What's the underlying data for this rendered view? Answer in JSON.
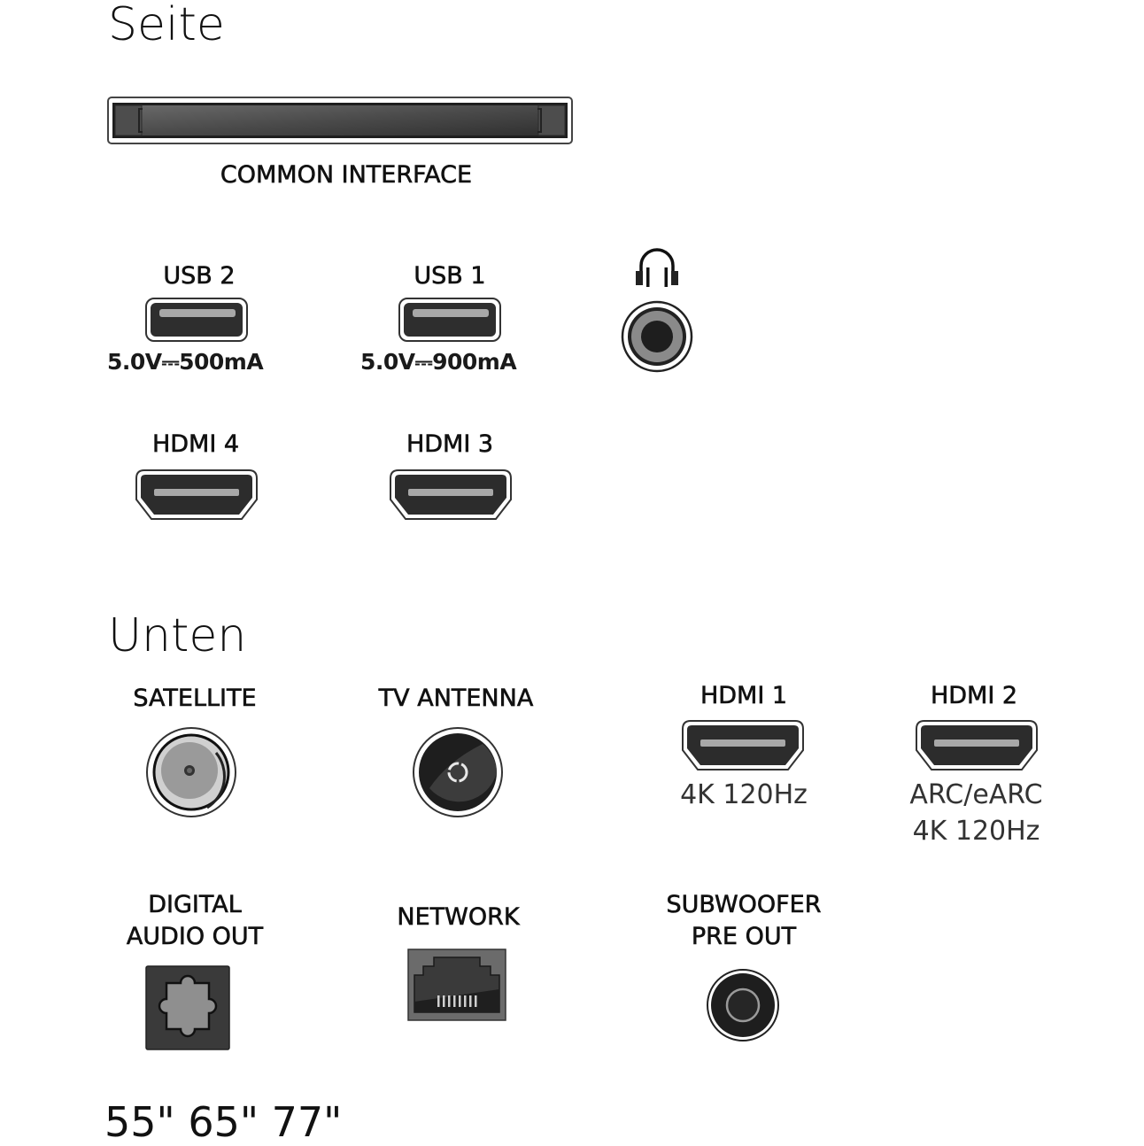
{
  "sections": {
    "side": {
      "title": "Seite",
      "common_interface": {
        "label": "COMMON INTERFACE",
        "icon": "ci-slot-icon"
      },
      "usb2": {
        "label": "USB 2",
        "power": "5.0V⎓500mA",
        "icon": "usb-a-port-icon"
      },
      "usb1": {
        "label": "USB 1",
        "power": "5.0V⎓900mA",
        "icon": "usb-a-port-icon"
      },
      "headphone": {
        "label": "",
        "icon": "headphone-icon",
        "jack_icon": "audio-jack-icon"
      },
      "hdmi4": {
        "label": "HDMI 4",
        "icon": "hdmi-port-icon"
      },
      "hdmi3": {
        "label": "HDMI 3",
        "icon": "hdmi-port-icon"
      }
    },
    "bottom": {
      "title": "Unten",
      "satellite": {
        "label": "SATELLITE",
        "icon": "satellite-f-connector-icon"
      },
      "tv_antenna": {
        "label": "TV ANTENNA",
        "icon": "coax-antenna-icon"
      },
      "hdmi1": {
        "label": "HDMI 1",
        "sub1": "4K 120Hz",
        "icon": "hdmi-port-icon"
      },
      "hdmi2": {
        "label": "HDMI 2",
        "sub1": "ARC/eARC",
        "sub2": "4K 120Hz",
        "icon": "hdmi-port-icon"
      },
      "digital_audio_out": {
        "label_line1": "DIGITAL",
        "label_line2": "AUDIO OUT",
        "icon": "optical-toslink-icon"
      },
      "network": {
        "label": "NETWORK",
        "icon": "ethernet-rj45-icon"
      },
      "subwoofer": {
        "label_line1": "SUBWOOFER",
        "label_line2": "PRE OUT",
        "icon": "rca-jack-icon"
      }
    }
  },
  "footer": {
    "sizes": "55\" 65\" 77\""
  },
  "colors": {
    "port_dark": "#3a3a3a",
    "port_mid": "#5a5a5a",
    "port_light": "#9a9a9a",
    "outline": "#222222",
    "text": "#111111"
  }
}
